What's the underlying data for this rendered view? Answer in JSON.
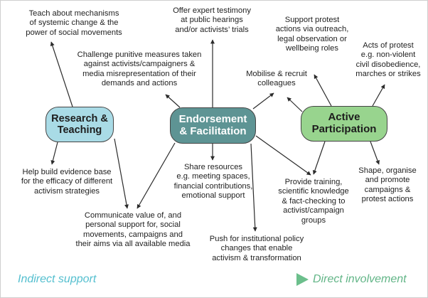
{
  "hubs": {
    "research": "Research &\nTeaching",
    "endorsement": "Endorsement\n& Facilitation",
    "active": "Active\nParticipation"
  },
  "labels": {
    "teach_mechanisms": "Teach about mechanisms\nof systemic change & the\npower of social movements",
    "expert_testimony": "Offer expert testimony\nat public hearings\nand/or activists’ trials",
    "support_protest": "Support protest\nactions via outreach,\nlegal observation or\nwellbeing roles",
    "acts_of_protest": "Acts of protest\ne.g. non-violent\ncivil disobedience,\nmarches or strikes",
    "challenge_punitive": "Challenge punitive measures taken\nagainst activists/campaigners &\nmedia misrepresentation of their\ndemands and actions",
    "mobilise": "Mobilise & recruit\ncolleagues",
    "evidence_base": "Help build evidence base\nfor the efficacy of different\nactivism strategies",
    "share_resources": "Share resources\ne.g. meeting spaces,\nfinancial contributions,\nemotional support",
    "provide_training": "Provide training,\nscientific knowledge\n& fact-checking to\nactivist/campaign\ngroups",
    "shape_organise": "Shape, organise\nand promote\ncampaigns &\nprotest actions",
    "communicate_value": "Communicate value of, and\npersonal support for, social\nmovements, campaigns and\ntheir aims via all available media",
    "institutional_policy": "Push for institutional policy\nchanges that enable\nactivism & transformation"
  },
  "scale": {
    "left": "Indirect support",
    "right": "Direct involvement"
  },
  "colors": {
    "research_fill": "#a9dbe6",
    "endorsement_fill": "#5e9494",
    "active_fill": "#98d48e",
    "scale_arrow": "#6cbf8c",
    "indirect_text": "#54bfcf",
    "direct_text": "#62b587"
  }
}
